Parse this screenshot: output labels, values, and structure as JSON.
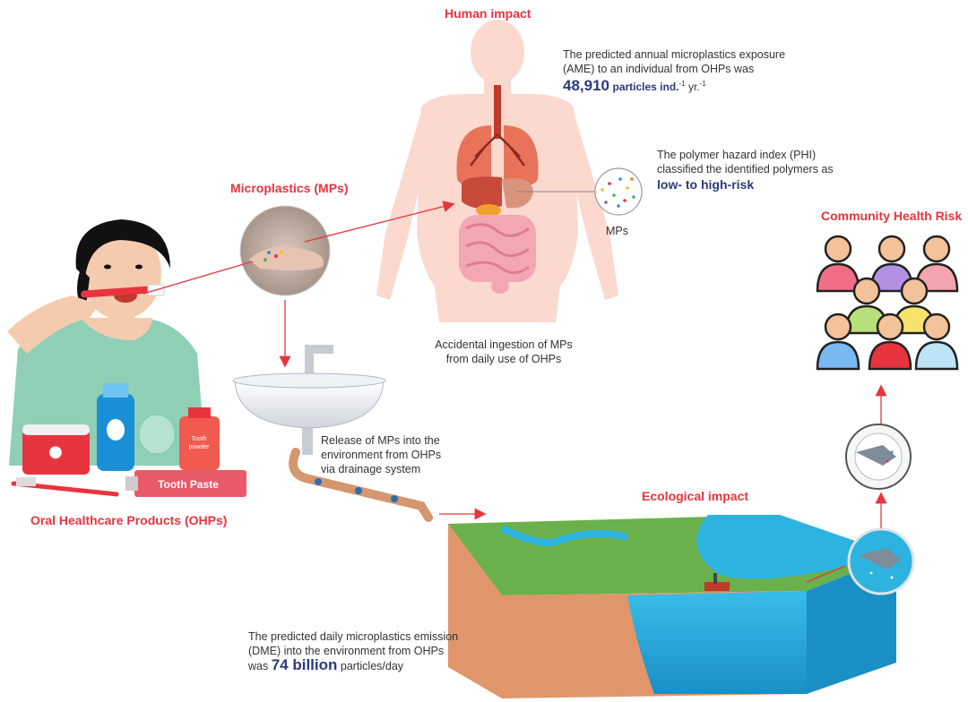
{
  "human_impact": {
    "title": "Human impact",
    "ame_line1": "The predicted annual microplastics exposure",
    "ame_line2": "(AME) to an individual from OHPs was",
    "ame_value": "48,910",
    "ame_unit": "particles ind.",
    "ame_sup1": "-1",
    "ame_unit2": " yr.",
    "ame_sup2": "-1",
    "phi_line1": "The polymer hazard index (PHI)",
    "phi_line2": "classified the identified polymers as",
    "phi_value": "low- to high-risk",
    "mps_label": "MPs",
    "ingestion_line1": "Accidental ingestion of MPs",
    "ingestion_line2": "from daily use of  OHPs"
  },
  "microplastics": {
    "title": "Microplastics (MPs)"
  },
  "ohp": {
    "title": "Oral Healthcare Products (OHPs)",
    "toothpaste_label": "Tooth Paste",
    "bottle_label_1": "Tooth",
    "bottle_label_2": "powder"
  },
  "release": {
    "line1": "Release of MPs into the",
    "line2": "environment from OHPs",
    "line3": "via drainage system"
  },
  "ecological": {
    "title": "Ecological impact",
    "dme_line1": "The predicted daily microplastics emission",
    "dme_line2": "(DME) into the environment from OHPs",
    "dme_prefix": "was ",
    "dme_value": "74 billion",
    "dme_suffix": " particles/day"
  },
  "community": {
    "title": "Community Health Risk"
  },
  "colors": {
    "accent_red": "#e8343f",
    "navy": "#2c3a7a",
    "arrow": "#e8343f",
    "water": "#2db3e0",
    "land_green": "#6ab04c",
    "soil": "#e0966a"
  }
}
